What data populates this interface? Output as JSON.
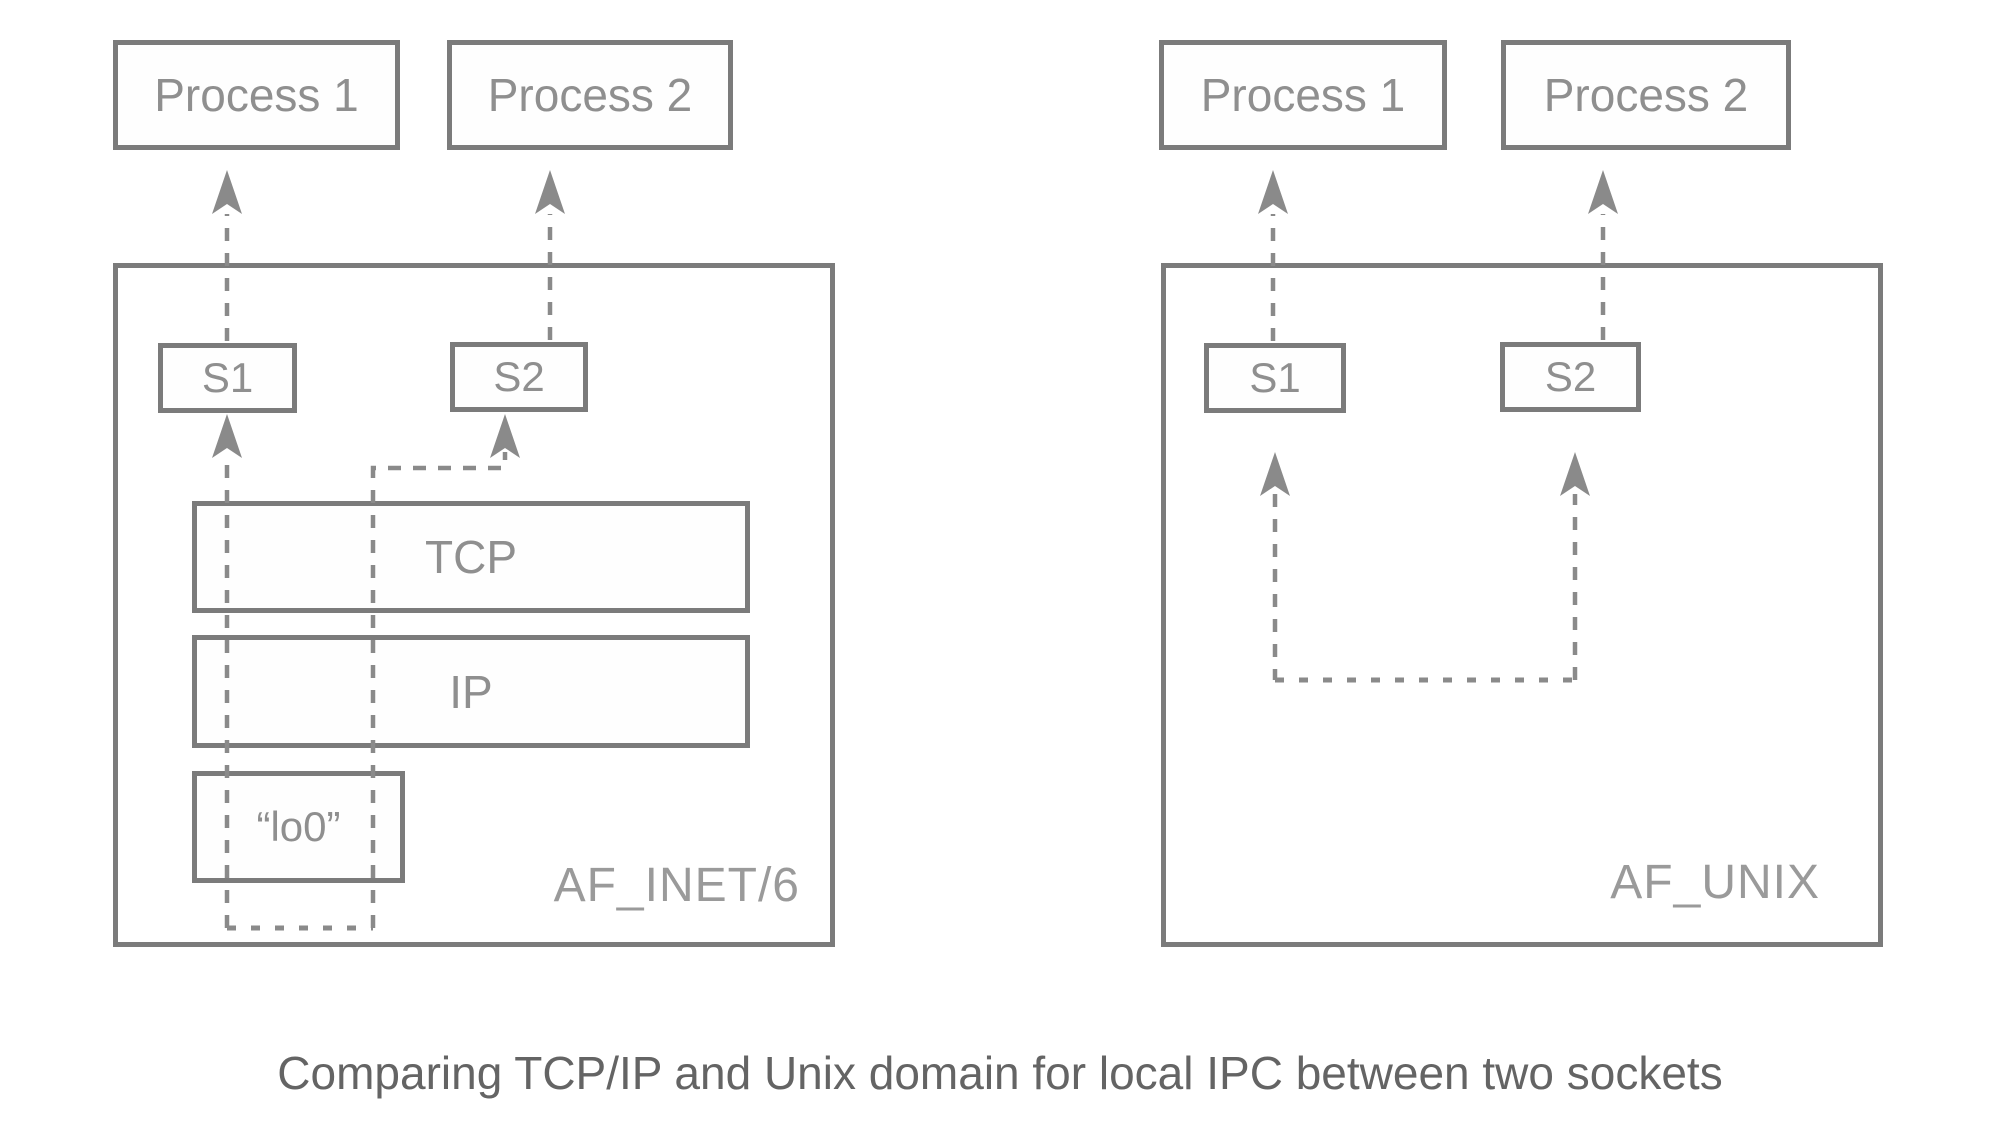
{
  "caption": "Comparing TCP/IP and Unix domain for local IPC between two sockets",
  "left": {
    "process1": "Process 1",
    "process2": "Process 2",
    "s1": "S1",
    "s2": "S2",
    "tcp": "TCP",
    "ip": "IP",
    "loopback": "“lo0”",
    "domain": "AF_INET/6"
  },
  "right": {
    "process1": "Process 1",
    "process2": "Process 2",
    "s1": "S1",
    "s2": "S2",
    "domain": "AF_UNIX"
  },
  "colors": {
    "background": "#ffffff",
    "border": "#7b7b7b",
    "label": "#8f8f8f",
    "domain_label": "#9a9a9a",
    "line": "#8a8a8a",
    "caption": "#646464"
  }
}
